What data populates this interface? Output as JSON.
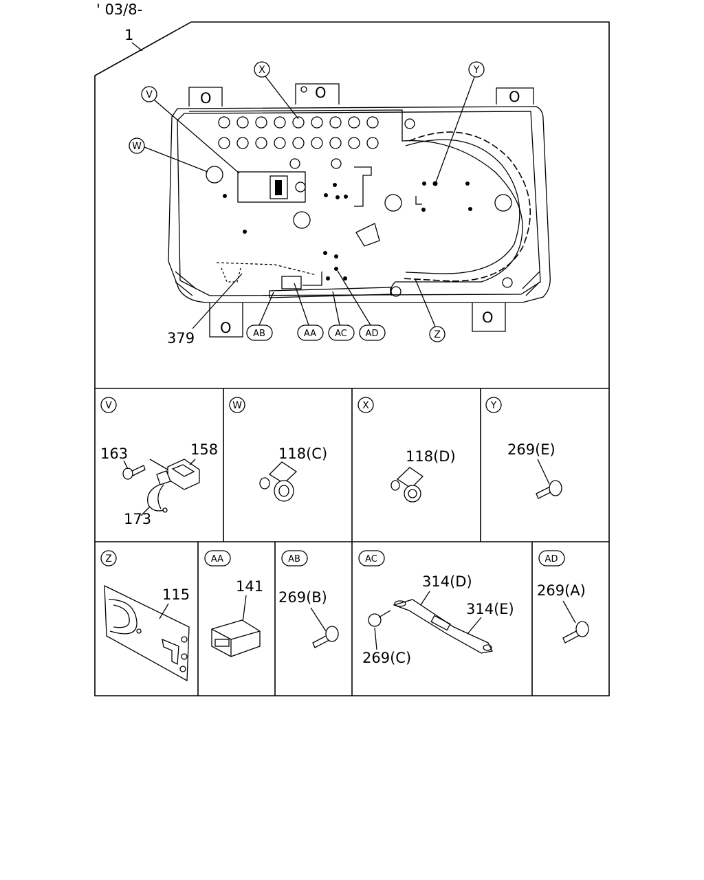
{
  "header": {
    "date_code": "' 03/8-",
    "assembly_ref": "1"
  },
  "main_callouts": {
    "V": "V",
    "W": "W",
    "X": "X",
    "Y": "Y",
    "Z": "Z",
    "AA": "AA",
    "AB": "AB",
    "AC": "AC",
    "AD": "AD",
    "part_379": "379",
    "tab_left": "O",
    "tab_center": "O",
    "tab_right": "O",
    "tab_bottom_left": "O",
    "tab_bottom_right": "O"
  },
  "details": {
    "V": {
      "tag": "V",
      "parts": [
        "163",
        "158",
        "173"
      ]
    },
    "W": {
      "tag": "W",
      "parts": [
        "118(C)"
      ]
    },
    "X": {
      "tag": "X",
      "parts": [
        "118(D)"
      ]
    },
    "Y": {
      "tag": "Y",
      "parts": [
        "269(E)"
      ]
    },
    "Z": {
      "tag": "Z",
      "parts": [
        "115"
      ]
    },
    "AA": {
      "tag": "AA",
      "parts": [
        "141"
      ]
    },
    "AB": {
      "tag": "AB",
      "parts": [
        "269(B)"
      ]
    },
    "AC": {
      "tag": "AC",
      "parts": [
        "314(D)",
        "314(E)",
        "269(C)"
      ]
    },
    "AD": {
      "tag": "AD",
      "parts": [
        "269(A)"
      ]
    }
  }
}
